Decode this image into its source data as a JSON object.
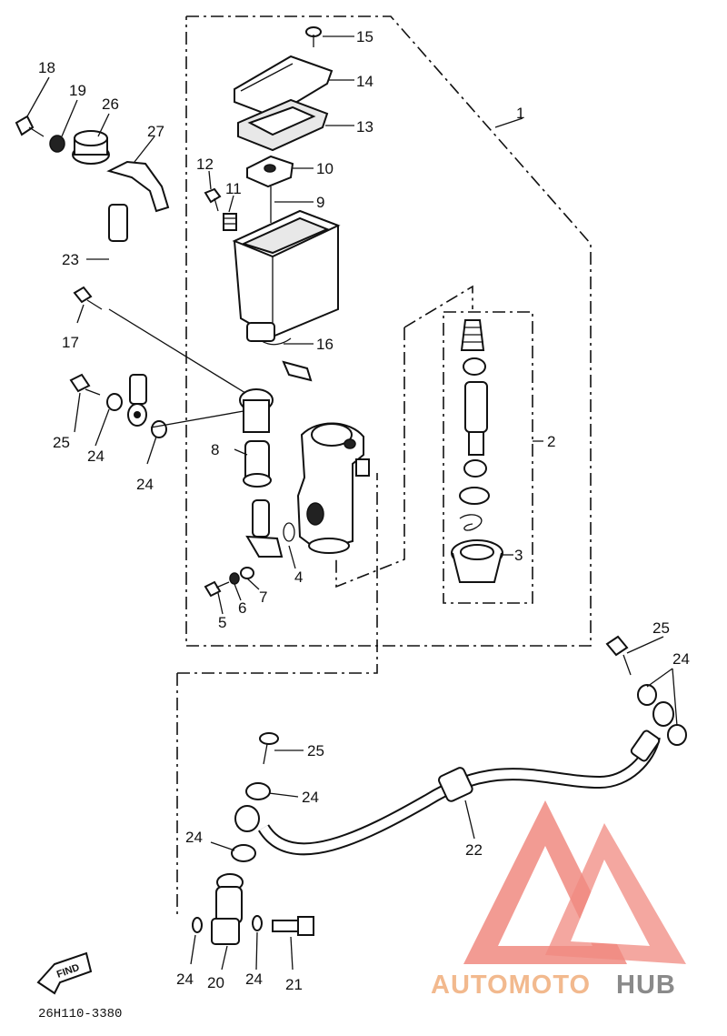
{
  "title": "26H110-3380",
  "find_label": "FIND",
  "watermark": {
    "part1": "AUTOMOTO",
    "part2": "HUB"
  },
  "labels": {
    "l1": "1",
    "l2": "2",
    "l3": "3",
    "l4": "4",
    "l5": "5",
    "l6": "6",
    "l7": "7",
    "l8": "8",
    "l9": "9",
    "l10": "10",
    "l11": "11",
    "l12": "12",
    "l13": "13",
    "l14": "14",
    "l15": "15",
    "l16": "16",
    "l17": "17",
    "l18": "18",
    "l19": "19",
    "l20": "20",
    "l21": "21",
    "l22": "22",
    "l23": "23",
    "l24a": "24",
    "l24b": "24",
    "l24c": "24",
    "l24d": "24",
    "l24e": "24",
    "l24f": "24",
    "l24g": "24",
    "l25a": "25",
    "l25b": "25",
    "l25c": "25",
    "l26": "26",
    "l27": "27"
  },
  "colors": {
    "watermark_red": "#f08a80",
    "watermark_orange": "#f2b98e",
    "watermark_gray": "#8a8a8a"
  }
}
